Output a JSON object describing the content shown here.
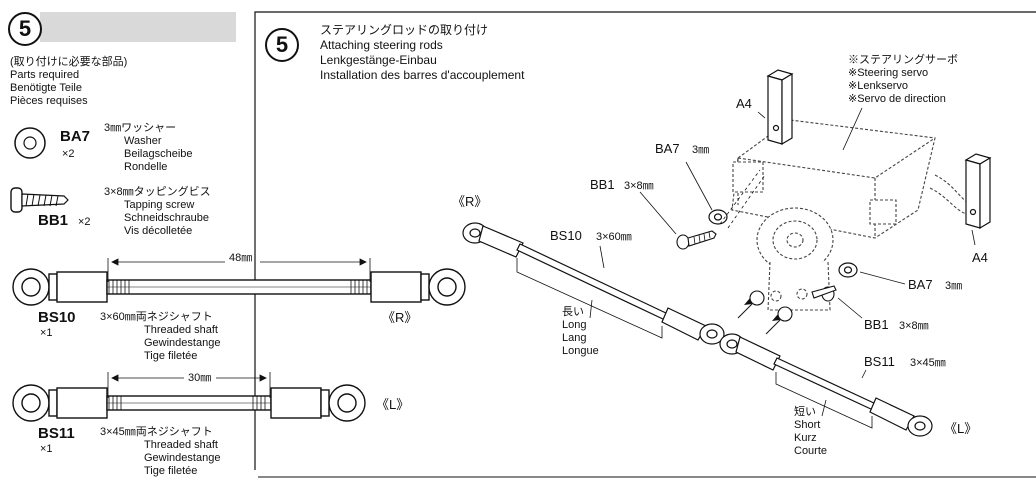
{
  "left": {
    "step_number": "5",
    "parts_header": [
      "(取り付けに必要な部品)",
      "Parts required",
      "Benötigte Teile",
      "Pièces requises"
    ],
    "washer": {
      "code": "BA7",
      "qty": "×2",
      "names": [
        "3㎜ワッシャー",
        "Washer",
        "Beilagscheibe",
        "Rondelle"
      ]
    },
    "screw": {
      "code": "BB1",
      "qty": "×2",
      "names": [
        "3×8㎜タッピングビス",
        "Tapping screw",
        "Schneidschraube",
        "Vis décolletée"
      ]
    },
    "rod_long": {
      "length": "48㎜",
      "code": "BS10",
      "qty": "×1",
      "side": "《R》",
      "names": [
        "3×60㎜両ネジシャフト",
        "Threaded shaft",
        "Gewindestange",
        "Tige filetée"
      ]
    },
    "rod_short": {
      "length": "30㎜",
      "code": "BS11",
      "qty": "×1",
      "side": "《L》",
      "names": [
        "3×45㎜両ネジシャフト",
        "Threaded shaft",
        "Gewindestange",
        "Tige filetée"
      ]
    }
  },
  "right": {
    "step_number": "5",
    "titles": [
      "ステアリングロッドの取り付け",
      "Attaching steering rods",
      "Lenkgestänge-Einbau",
      "Installation des barres d'accouplement"
    ],
    "servo_note": [
      "※ステアリングサーボ",
      "※Steering servo",
      "※Lenkservo",
      "※Servo de direction"
    ],
    "labels": {
      "a4_top": "A4",
      "a4_right": "A4",
      "ba7_top": "BA7",
      "ba7_top_size": "3㎜",
      "bb1_top": "BB1",
      "bb1_top_size": "3×8㎜",
      "r_side": "《R》",
      "bs10": "BS10",
      "bs10_size": "3×60㎜",
      "ba7_right": "BA7",
      "ba7_right_size": "3㎜",
      "bb1_right": "BB1",
      "bb1_right_size": "3×8㎜",
      "bs11": "BS11",
      "bs11_size": "3×45㎜",
      "l_side": "《L》"
    },
    "long_label": [
      "長い",
      "Long",
      "Lang",
      "Longue"
    ],
    "short_label": [
      "短い",
      "Short",
      "Kurz",
      "Courte"
    ]
  }
}
